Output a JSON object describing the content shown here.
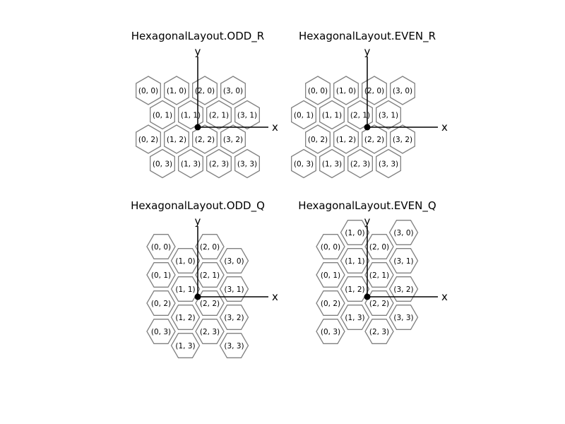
{
  "panels": [
    {
      "title": "HexagonalLayout.ODD_R",
      "orientation": "pointy",
      "x_axis_label": "x",
      "y_axis_label": "y",
      "cells": [
        {
          "label": "(0, 0)",
          "col": 0,
          "row": 0
        },
        {
          "label": "(1, 0)",
          "col": 1,
          "row": 0
        },
        {
          "label": "(2, 0)",
          "col": 2,
          "row": 0
        },
        {
          "label": "(3, 0)",
          "col": 3,
          "row": 0
        },
        {
          "label": "(0, 1)",
          "col": 0,
          "row": 1
        },
        {
          "label": "(1, 1)",
          "col": 1,
          "row": 1
        },
        {
          "label": "(2, 1)",
          "col": 2,
          "row": 1
        },
        {
          "label": "(3, 1)",
          "col": 3,
          "row": 1
        },
        {
          "label": "(0, 2)",
          "col": 0,
          "row": 2
        },
        {
          "label": "(1, 2)",
          "col": 1,
          "row": 2
        },
        {
          "label": "(2, 2)",
          "col": 2,
          "row": 2
        },
        {
          "label": "(3, 2)",
          "col": 3,
          "row": 2
        },
        {
          "label": "(0, 3)",
          "col": 0,
          "row": 3
        },
        {
          "label": "(1, 3)",
          "col": 1,
          "row": 3
        },
        {
          "label": "(2, 3)",
          "col": 2,
          "row": 3
        },
        {
          "label": "(3, 3)",
          "col": 3,
          "row": 3
        }
      ]
    },
    {
      "title": "HexagonalLayout.EVEN_R",
      "orientation": "pointy",
      "x_axis_label": "x",
      "y_axis_label": "y",
      "cells": [
        {
          "label": "(0, 0)",
          "col": 0,
          "row": 0
        },
        {
          "label": "(1, 0)",
          "col": 1,
          "row": 0
        },
        {
          "label": "(2, 0)",
          "col": 2,
          "row": 0
        },
        {
          "label": "(3, 0)",
          "col": 3,
          "row": 0
        },
        {
          "label": "(0, 1)",
          "col": 0,
          "row": 1
        },
        {
          "label": "(1, 1)",
          "col": 1,
          "row": 1
        },
        {
          "label": "(2, 1)",
          "col": 2,
          "row": 1
        },
        {
          "label": "(3, 1)",
          "col": 3,
          "row": 1
        },
        {
          "label": "(0, 2)",
          "col": 0,
          "row": 2
        },
        {
          "label": "(1, 2)",
          "col": 1,
          "row": 2
        },
        {
          "label": "(2, 2)",
          "col": 2,
          "row": 2
        },
        {
          "label": "(3, 2)",
          "col": 3,
          "row": 2
        },
        {
          "label": "(0, 3)",
          "col": 0,
          "row": 3
        },
        {
          "label": "(1, 3)",
          "col": 1,
          "row": 3
        },
        {
          "label": "(2, 3)",
          "col": 2,
          "row": 3
        },
        {
          "label": "(3, 3)",
          "col": 3,
          "row": 3
        }
      ]
    },
    {
      "title": "HexagonalLayout.ODD_Q",
      "orientation": "flat",
      "x_axis_label": "x",
      "y_axis_label": "y",
      "cells": [
        {
          "label": "(0, 0)",
          "col": 0,
          "row": 0
        },
        {
          "label": "(1, 0)",
          "col": 1,
          "row": 0
        },
        {
          "label": "(2, 0)",
          "col": 2,
          "row": 0
        },
        {
          "label": "(3, 0)",
          "col": 3,
          "row": 0
        },
        {
          "label": "(0, 1)",
          "col": 0,
          "row": 1
        },
        {
          "label": "(1, 1)",
          "col": 1,
          "row": 1
        },
        {
          "label": "(2, 1)",
          "col": 2,
          "row": 1
        },
        {
          "label": "(3, 1)",
          "col": 3,
          "row": 1
        },
        {
          "label": "(0, 2)",
          "col": 0,
          "row": 2
        },
        {
          "label": "(1, 2)",
          "col": 1,
          "row": 2
        },
        {
          "label": "(2, 2)",
          "col": 2,
          "row": 2
        },
        {
          "label": "(3, 2)",
          "col": 3,
          "row": 2
        },
        {
          "label": "(0, 3)",
          "col": 0,
          "row": 3
        },
        {
          "label": "(1, 3)",
          "col": 1,
          "row": 3
        },
        {
          "label": "(2, 3)",
          "col": 2,
          "row": 3
        },
        {
          "label": "(3, 3)",
          "col": 3,
          "row": 3
        }
      ]
    },
    {
      "title": "HexagonalLayout.EVEN_Q",
      "orientation": "flat",
      "x_axis_label": "x",
      "y_axis_label": "y",
      "cells": [
        {
          "label": "(0, 0)",
          "col": 0,
          "row": 0
        },
        {
          "label": "(1, 0)",
          "col": 1,
          "row": 0
        },
        {
          "label": "(2, 0)",
          "col": 2,
          "row": 0
        },
        {
          "label": "(3, 0)",
          "col": 3,
          "row": 0
        },
        {
          "label": "(0, 1)",
          "col": 0,
          "row": 1
        },
        {
          "label": "(1, 1)",
          "col": 1,
          "row": 1
        },
        {
          "label": "(2, 1)",
          "col": 2,
          "row": 1
        },
        {
          "label": "(3, 1)",
          "col": 3,
          "row": 1
        },
        {
          "label": "(0, 2)",
          "col": 0,
          "row": 2
        },
        {
          "label": "(1, 2)",
          "col": 1,
          "row": 2
        },
        {
          "label": "(2, 2)",
          "col": 2,
          "row": 2
        },
        {
          "label": "(3, 2)",
          "col": 3,
          "row": 2
        },
        {
          "label": "(0, 3)",
          "col": 0,
          "row": 3
        },
        {
          "label": "(1, 3)",
          "col": 1,
          "row": 3
        },
        {
          "label": "(2, 3)",
          "col": 2,
          "row": 3
        },
        {
          "label": "(3, 3)",
          "col": 3,
          "row": 3
        }
      ]
    }
  ]
}
